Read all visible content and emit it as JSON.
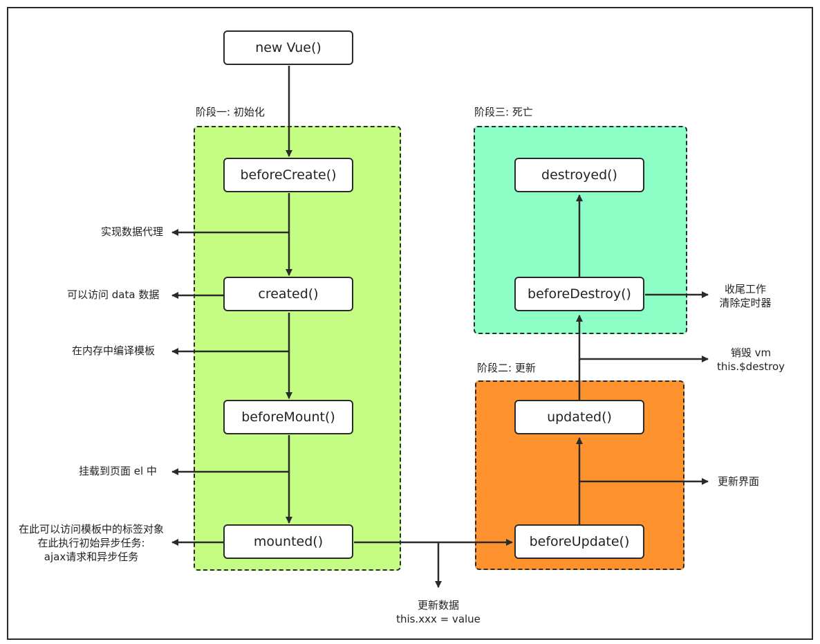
{
  "stages": {
    "init": "阶段一: 初始化",
    "destroy": "阶段三: 死亡",
    "update": "阶段二: 更新"
  },
  "nodes": {
    "new_vue": "new Vue()",
    "before_create": "beforeCreate()",
    "created": "created()",
    "before_mount": "beforeMount()",
    "mounted": "mounted()",
    "before_update": "beforeUpdate()",
    "updated": "updated()",
    "before_destroy": "beforeDestroy()",
    "destroyed": "destroyed()"
  },
  "annotations": {
    "data_proxy": "实现数据代理",
    "access_data": "可以访问 data 数据",
    "compile_template": "在内存中编译模板",
    "mount_el": "挂载到页面 el 中",
    "mounted_note_1": "在此可以访问模板中的标签对象",
    "mounted_note_2": "在此执行初始异步任务:",
    "mounted_note_3": "ajax请求和异步任务",
    "update_data_1": "更新数据",
    "update_data_2": "this.xxx = value",
    "update_ui": "更新界面",
    "destroy_vm_1": "销毁 vm",
    "destroy_vm_2": "this.$destroy",
    "cleanup_1": "收尾工作",
    "cleanup_2": "清除定时器"
  }
}
